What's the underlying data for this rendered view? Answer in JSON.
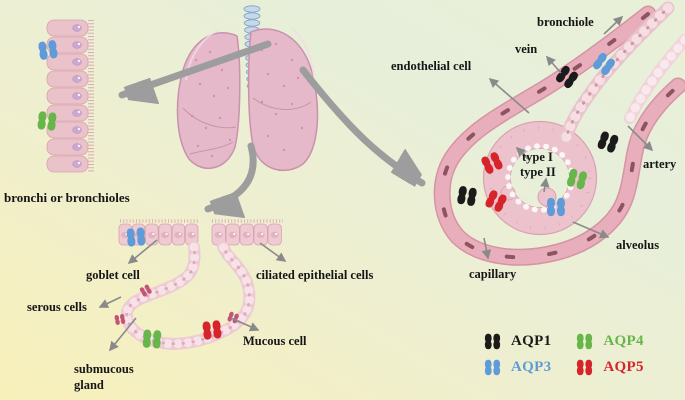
{
  "colors": {
    "aqp1": "#1b1b1b",
    "aqp3": "#5f9bd8",
    "aqp4": "#67b64a",
    "aqp5": "#d5252b",
    "mini_marker": "#c25576",
    "big_arrow": "#9d9d9d",
    "small_arrow": "#8a8a8a",
    "background_from": "#f8f0ba",
    "background_to": "#e7efda"
  },
  "icons": {
    "aqp_channel": "protein-channel-glyph"
  },
  "panels": {
    "bronchi_strip": {
      "caption": "bronchi or bronchioles"
    },
    "gland": {
      "labels": {
        "goblet": "goblet cell",
        "ciliated": "ciliated epithelial cells",
        "serous": "serous cells",
        "submucous": "submucous gland",
        "mucous": "Mucous cell"
      }
    },
    "alveolus": {
      "labels": {
        "bronchiole": "bronchiole",
        "vein": "vein",
        "endothelial": "endothelial cell",
        "type1": "type I",
        "type2": "type II",
        "artery": "artery",
        "alveolus": "alveolus",
        "capillary": "capillary"
      }
    }
  },
  "legend": {
    "items": [
      {
        "label": "AQP1",
        "color": "#1b1b1b"
      },
      {
        "label": "AQP4",
        "color": "#67b64a"
      },
      {
        "label": "AQP3",
        "color": "#5f9bd8"
      },
      {
        "label": "AQP5",
        "color": "#d5252b"
      }
    ]
  }
}
